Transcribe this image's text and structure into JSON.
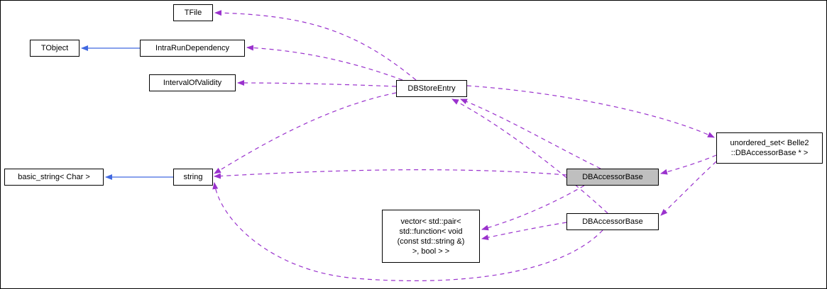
{
  "diagram": {
    "type": "collaboration-graph",
    "colors": {
      "dependency-arrow": "#9a32cd",
      "inheritance-arrow": "#4169e1",
      "node-border": "#000000",
      "node-fill": "#ffffff",
      "highlight-fill": "#bfbfbf"
    },
    "nodes": {
      "tfile": {
        "label": "TFile"
      },
      "tobject": {
        "label": "TObject"
      },
      "intra_run_dependency": {
        "label": "IntraRunDependency"
      },
      "interval_of_validity": {
        "label": "IntervalOfValidity"
      },
      "db_store_entry": {
        "label": "DBStoreEntry"
      },
      "basic_string": {
        "label": "basic_string< Char >"
      },
      "string": {
        "label": "string"
      },
      "db_accessor_base_main": {
        "label": "DBAccessorBase"
      },
      "unordered_set": {
        "lines": [
          "unordered_set< Belle2",
          "::DBAccessorBase * >"
        ]
      },
      "vector_pair_function": {
        "lines": [
          "vector< std::pair<",
          "std::function< void",
          "(const std::string &)",
          ">, bool > >"
        ]
      },
      "db_accessor_base_secondary": {
        "label": "DBAccessorBase"
      }
    },
    "edges": [
      {
        "from": "DBStoreEntry",
        "to": "TFile",
        "type": "dependency"
      },
      {
        "from": "DBStoreEntry",
        "to": "IntraRunDependency",
        "type": "dependency"
      },
      {
        "from": "DBStoreEntry",
        "to": "IntervalOfValidity",
        "type": "dependency"
      },
      {
        "from": "DBStoreEntry",
        "to": "string",
        "type": "dependency"
      },
      {
        "from": "DBStoreEntry",
        "to": "unordered_set< Belle2::DBAccessorBase * >",
        "type": "dependency"
      },
      {
        "from": "unordered_set< Belle2::DBAccessorBase * >",
        "to": "DBAccessorBase",
        "type": "dependency"
      },
      {
        "from": "unordered_set< Belle2::DBAccessorBase * >",
        "to": "DBAccessorBase (secondary)",
        "type": "dependency"
      },
      {
        "from": "DBAccessorBase",
        "to": "DBStoreEntry",
        "type": "dependency"
      },
      {
        "from": "DBAccessorBase",
        "to": "string",
        "type": "dependency"
      },
      {
        "from": "DBAccessorBase",
        "to": "vector< std::pair< std::function< void (const std::string &) >, bool > >",
        "type": "dependency"
      },
      {
        "from": "DBAccessorBase (secondary)",
        "to": "DBStoreEntry",
        "type": "dependency"
      },
      {
        "from": "DBAccessorBase (secondary)",
        "to": "vector< std::pair< std::function< void (const std::string &) >, bool > >",
        "type": "dependency"
      },
      {
        "from": "DBAccessorBase (secondary)",
        "to": "string",
        "type": "dependency"
      },
      {
        "from": "IntraRunDependency",
        "to": "TObject",
        "type": "inheritance"
      },
      {
        "from": "string",
        "to": "basic_string< Char >",
        "type": "inheritance"
      }
    ]
  }
}
